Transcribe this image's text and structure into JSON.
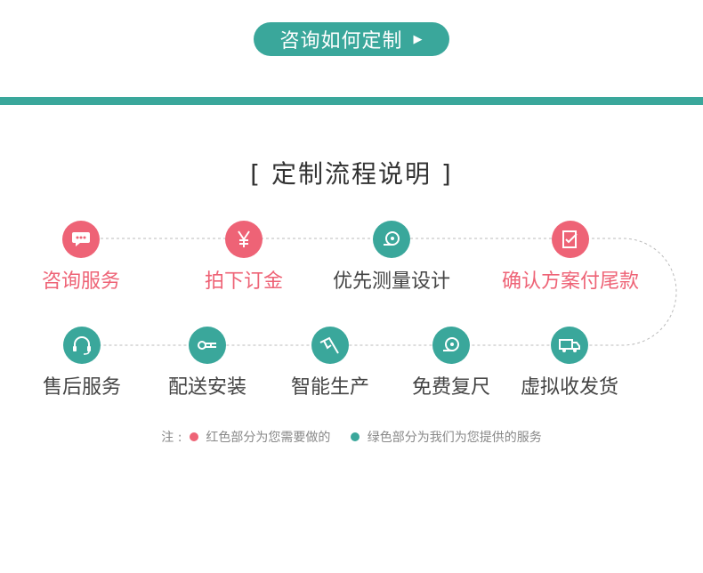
{
  "header": {
    "consult_label": "咨询如何定制",
    "arrow_glyph": "▶"
  },
  "process": {
    "title": "[  定制流程说明  ]",
    "row1": [
      {
        "label": "咨询服务",
        "icon": "chat-bubble-icon",
        "color": "red"
      },
      {
        "label": "拍下订金",
        "icon": "yen-icon",
        "color": "red"
      },
      {
        "label": "优先测量设计",
        "icon": "tape-measure-icon",
        "color": "green"
      },
      {
        "label": "确认方案付尾款",
        "icon": "checklist-icon",
        "color": "red"
      }
    ],
    "row2": [
      {
        "label": "售后服务",
        "icon": "headset-icon",
        "color": "green"
      },
      {
        "label": "配送安装",
        "icon": "wrench-icon",
        "color": "green"
      },
      {
        "label": "智能生产",
        "icon": "saw-icon",
        "color": "green"
      },
      {
        "label": "免费复尺",
        "icon": "tape-measure-icon",
        "color": "green"
      },
      {
        "label": "虚拟收发货",
        "icon": "truck-icon",
        "color": "green"
      }
    ]
  },
  "legend": {
    "prefix": "注 :",
    "red_text": "红色部分为您需要做的",
    "green_text": "绿色部分为我们为您提供的服务"
  },
  "colors": {
    "red": "#ee6376",
    "green": "#3aa79b",
    "text": "#444444"
  }
}
